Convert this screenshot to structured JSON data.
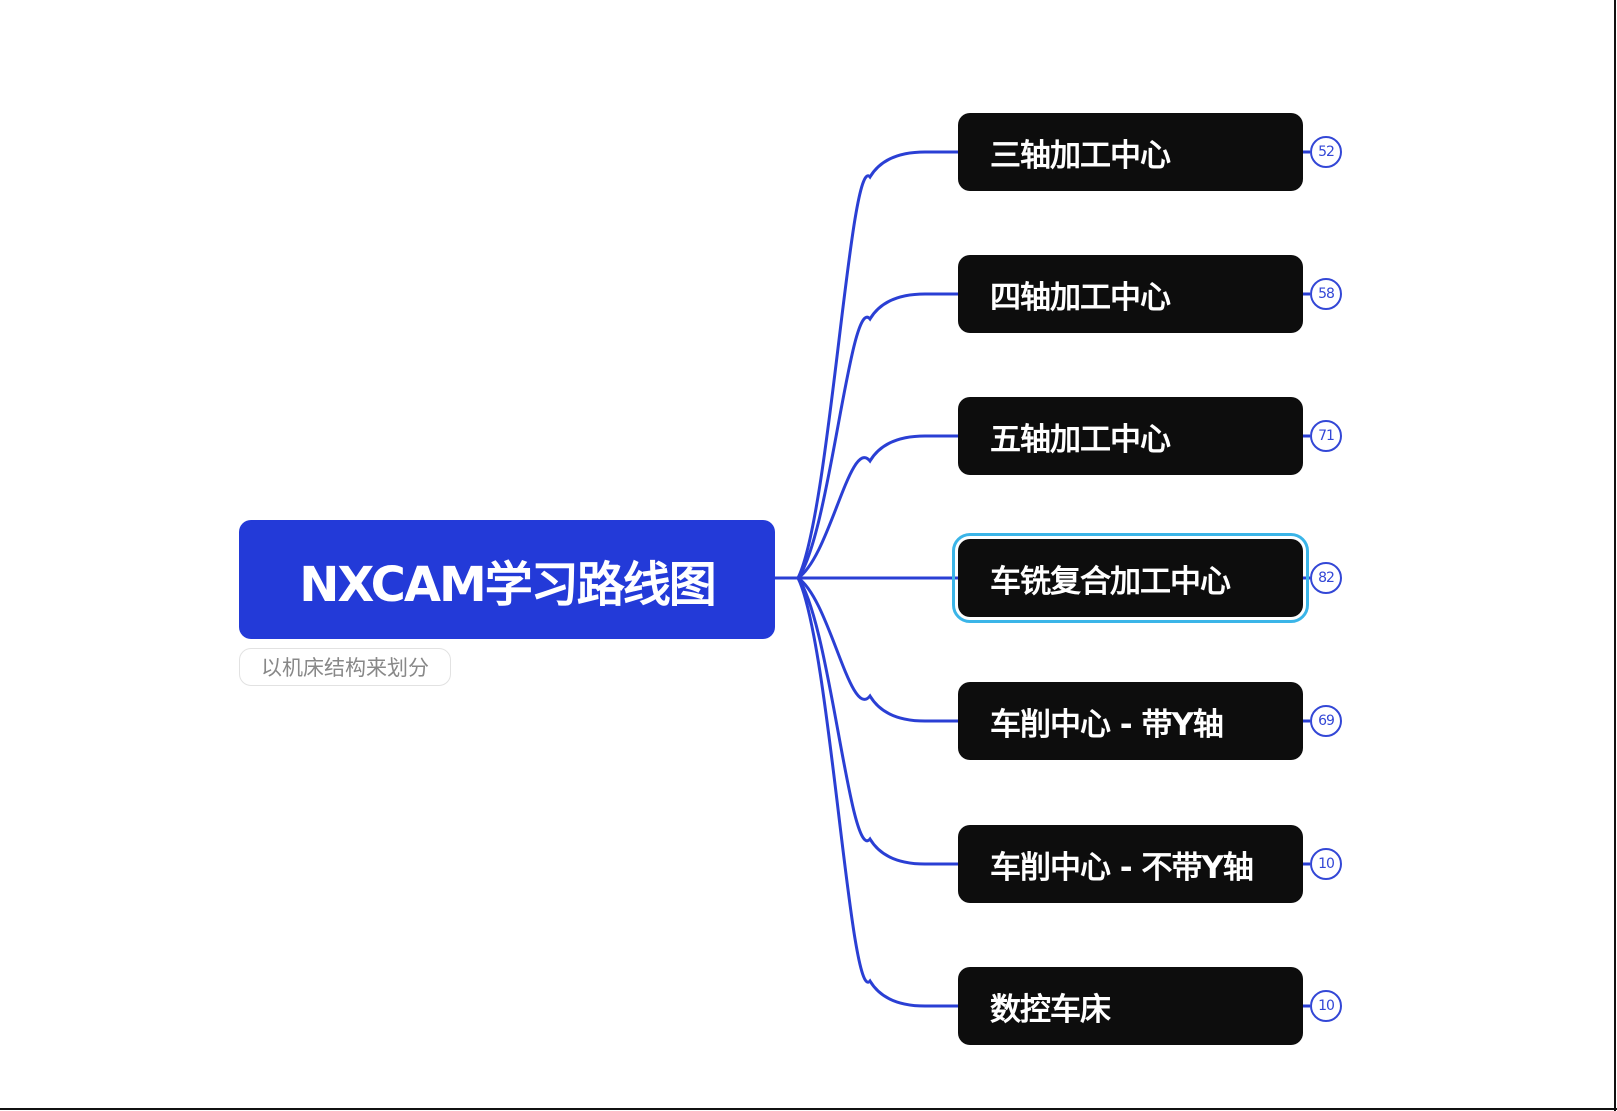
{
  "root": {
    "title": "NXCAM学习路线图",
    "subtitle": "以机床结构来划分"
  },
  "colors": {
    "root": "#233ad8",
    "node": "#0d0d0d",
    "link": "#2a3fd4",
    "selection": "#3bb5e8"
  },
  "children": [
    {
      "label": "三轴加工中心",
      "count": "52"
    },
    {
      "label": "四轴加工中心",
      "count": "58"
    },
    {
      "label": "五轴加工中心",
      "count": "71"
    },
    {
      "label": "车铣复合加工中心",
      "count": "82",
      "selected": true
    },
    {
      "label": "车削中心 - 带Y轴",
      "count": "69"
    },
    {
      "label": "车削中心 - 不带Y轴",
      "count": "10"
    },
    {
      "label": "数控车床",
      "count": "10"
    }
  ]
}
